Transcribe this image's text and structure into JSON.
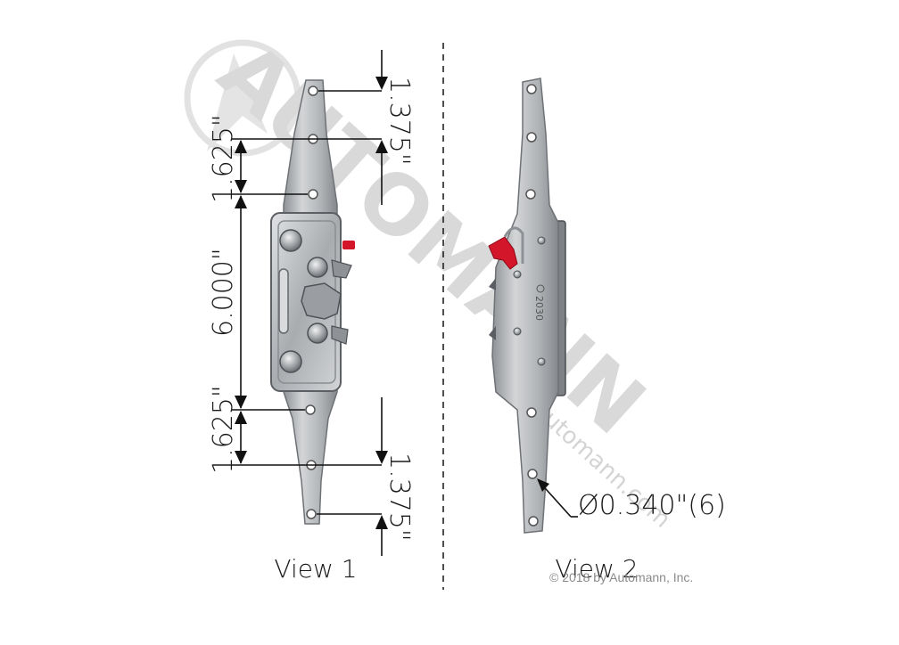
{
  "dimensions": {
    "top_offset": "1.375\"",
    "top_spacing": "1.625\"",
    "center_spacing": "6.000\"",
    "bottom_spacing": "1.625\"",
    "bottom_offset": "1.375\"",
    "hole_callout": "Ø0.340\"(6)"
  },
  "views": {
    "view1_label": "View 1",
    "view2_label": "View 2"
  },
  "part_marking": "2030",
  "watermark": {
    "brand": "AUTOMANN",
    "site": "automann.com",
    "copyright": "© 2018 by Automann, Inc."
  },
  "colors": {
    "steel": "#b4b6b8",
    "steel_dark": "#7d8084",
    "latch_red": "#d4162a",
    "dim_line": "#111111",
    "watermark": "#d9d9d9"
  }
}
